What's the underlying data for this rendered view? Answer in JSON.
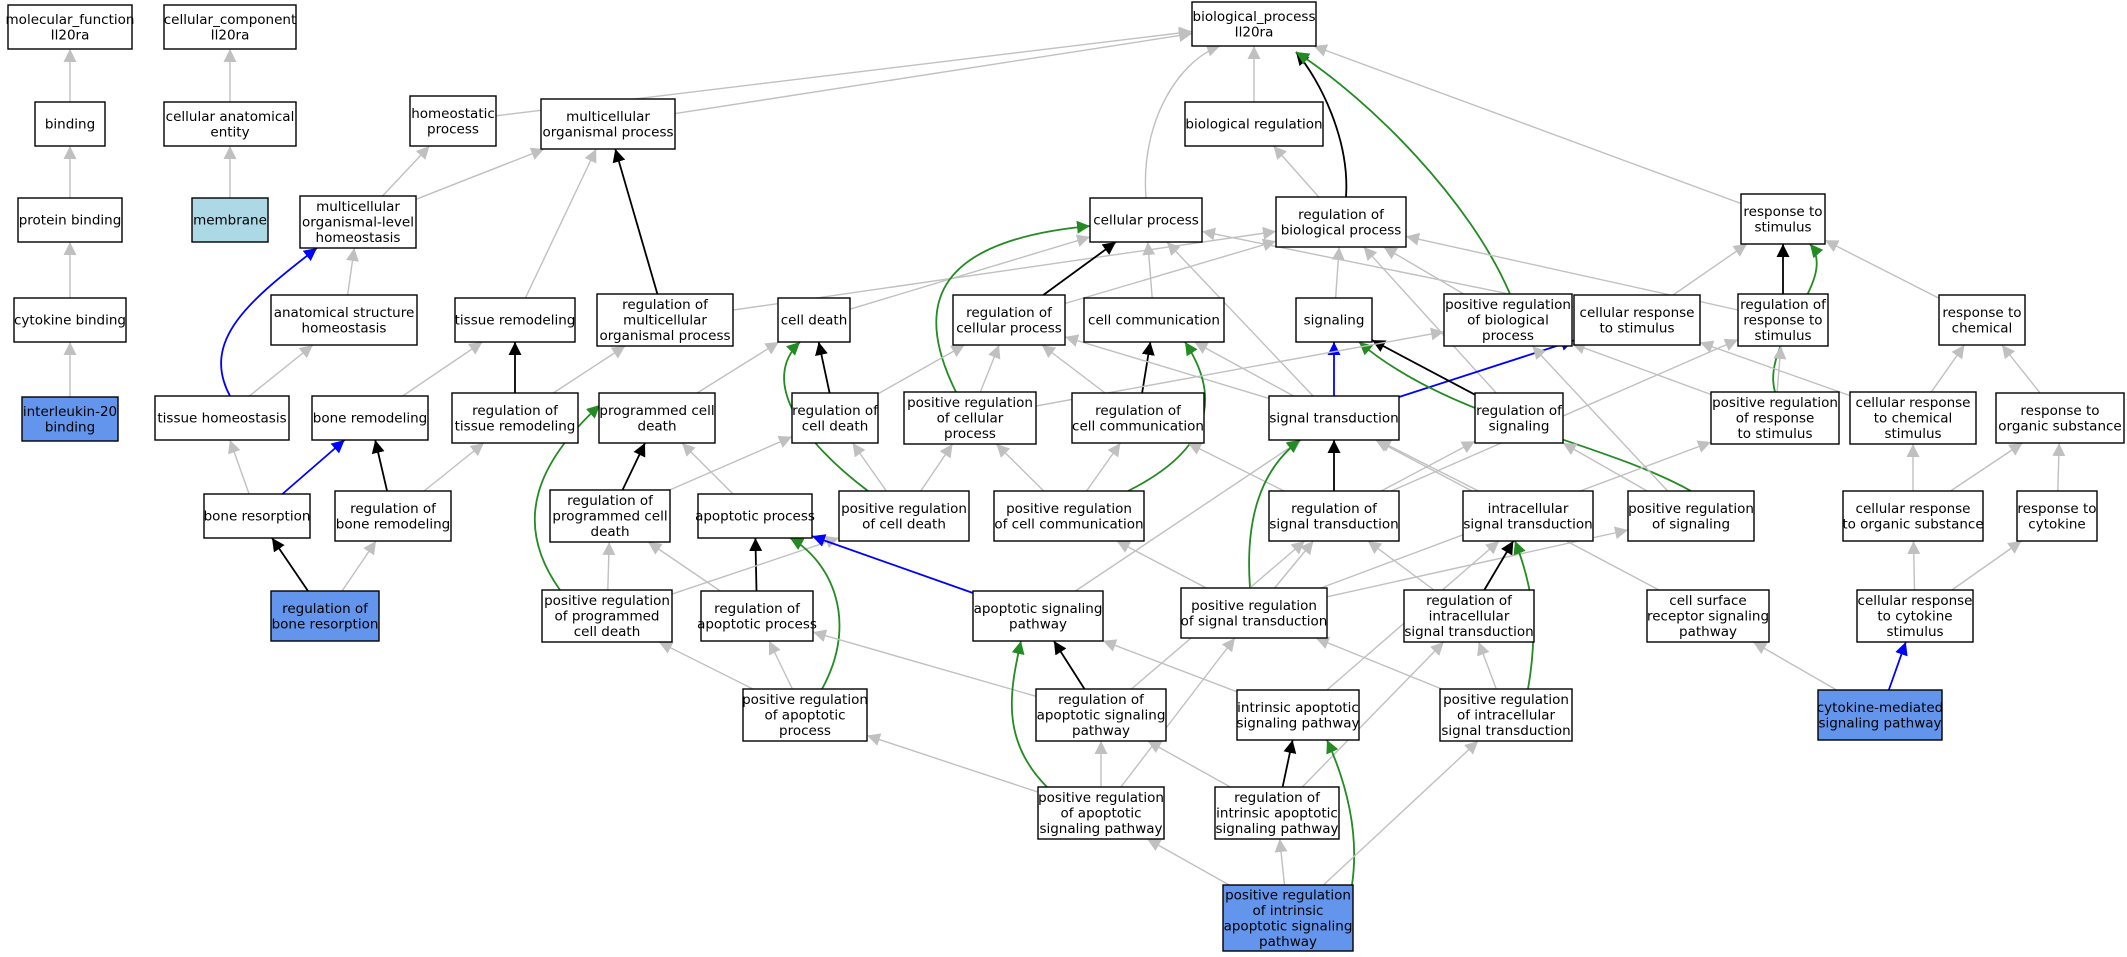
{
  "colors": {
    "gray": "#c0c0c0",
    "black": "#000000",
    "green": "#228b22",
    "blue": "#0000ff",
    "node_default": "#ffffff",
    "node_query": "#6495ed",
    "node_component": "#add8e6"
  },
  "nodes": [
    {
      "id": "mf",
      "lines": [
        "molecular_function",
        "Il20ra"
      ]
    },
    {
      "id": "cc",
      "lines": [
        "cellular_component",
        "Il20ra"
      ]
    },
    {
      "id": "bp",
      "lines": [
        "biological_process",
        "Il20ra"
      ]
    },
    {
      "id": "binding",
      "lines": [
        "binding"
      ]
    },
    {
      "id": "cae",
      "lines": [
        "cellular anatomical",
        "entity"
      ]
    },
    {
      "id": "homeo",
      "lines": [
        "homeostatic",
        "process"
      ]
    },
    {
      "id": "mop",
      "lines": [
        "multicellular",
        "organismal process"
      ]
    },
    {
      "id": "breg",
      "lines": [
        "biological regulation"
      ]
    },
    {
      "id": "pbind",
      "lines": [
        "protein binding"
      ]
    },
    {
      "id": "membrane",
      "lines": [
        "membrane"
      ],
      "fill": "component"
    },
    {
      "id": "molh",
      "lines": [
        "multicellular",
        "organismal-level",
        "homeostasis"
      ]
    },
    {
      "id": "cellproc",
      "lines": [
        "cellular process"
      ]
    },
    {
      "id": "rbp",
      "lines": [
        "regulation of",
        "biological process"
      ]
    },
    {
      "id": "rts",
      "lines": [
        "response to",
        "stimulus"
      ]
    },
    {
      "id": "cytbind",
      "lines": [
        "cytokine binding"
      ]
    },
    {
      "id": "ash",
      "lines": [
        "anatomical structure",
        "homeostasis"
      ]
    },
    {
      "id": "tremod",
      "lines": [
        "tissue remodeling"
      ]
    },
    {
      "id": "rmop",
      "lines": [
        "regulation of",
        "multicellular",
        "organismal process"
      ]
    },
    {
      "id": "celldeath",
      "lines": [
        "cell death"
      ]
    },
    {
      "id": "rcp",
      "lines": [
        "regulation of",
        "cellular process"
      ]
    },
    {
      "id": "cellcomm",
      "lines": [
        "cell communication"
      ]
    },
    {
      "id": "signaling",
      "lines": [
        "signaling"
      ]
    },
    {
      "id": "prbp",
      "lines": [
        "positive regulation",
        "of biological",
        "process"
      ]
    },
    {
      "id": "crs",
      "lines": [
        "cellular response",
        "to stimulus"
      ]
    },
    {
      "id": "rrs",
      "lines": [
        "regulation of",
        "response to",
        "stimulus"
      ]
    },
    {
      "id": "rchem",
      "lines": [
        "response to",
        "chemical"
      ]
    },
    {
      "id": "il20b",
      "lines": [
        "interleukin-20",
        "binding"
      ],
      "fill": "query"
    },
    {
      "id": "thomeo",
      "lines": [
        "tissue homeostasis"
      ]
    },
    {
      "id": "bremod",
      "lines": [
        "bone remodeling"
      ]
    },
    {
      "id": "rtr",
      "lines": [
        "regulation of",
        "tissue remodeling"
      ]
    },
    {
      "id": "pcd",
      "lines": [
        "programmed cell",
        "death"
      ]
    },
    {
      "id": "rcd",
      "lines": [
        "regulation of",
        "cell death"
      ]
    },
    {
      "id": "prcp",
      "lines": [
        "positive regulation",
        "of cellular",
        "process"
      ]
    },
    {
      "id": "rcc",
      "lines": [
        "regulation of",
        "cell communication"
      ]
    },
    {
      "id": "st",
      "lines": [
        "signal transduction"
      ]
    },
    {
      "id": "rsig",
      "lines": [
        "regulation of",
        "signaling"
      ]
    },
    {
      "id": "prrs",
      "lines": [
        "positive regulation",
        "of response",
        "to stimulus"
      ]
    },
    {
      "id": "crchem",
      "lines": [
        "cellular response",
        "to chemical",
        "stimulus"
      ]
    },
    {
      "id": "rorg",
      "lines": [
        "response to",
        "organic substance"
      ]
    },
    {
      "id": "boneres",
      "lines": [
        "bone resorption"
      ]
    },
    {
      "id": "rbr",
      "lines": [
        "regulation of",
        "bone remodeling"
      ]
    },
    {
      "id": "rpcd",
      "lines": [
        "regulation of",
        "programmed cell",
        "death"
      ]
    },
    {
      "id": "apop",
      "lines": [
        "apoptotic process"
      ]
    },
    {
      "id": "prcd",
      "lines": [
        "positive regulation",
        "of cell death"
      ]
    },
    {
      "id": "prcc",
      "lines": [
        "positive regulation",
        "of cell communication"
      ]
    },
    {
      "id": "rst",
      "lines": [
        "regulation of",
        "signal transduction"
      ]
    },
    {
      "id": "ist",
      "lines": [
        "intracellular",
        "signal transduction"
      ]
    },
    {
      "id": "prsig",
      "lines": [
        "positive regulation",
        "of signaling"
      ]
    },
    {
      "id": "crorg",
      "lines": [
        "cellular response",
        "to organic substance"
      ]
    },
    {
      "id": "rcyt",
      "lines": [
        "response to",
        "cytokine"
      ]
    },
    {
      "id": "rbres",
      "lines": [
        "regulation of",
        "bone resorption"
      ],
      "fill": "query"
    },
    {
      "id": "prpcd",
      "lines": [
        "positive regulation",
        "of programmed",
        "cell death"
      ]
    },
    {
      "id": "rap",
      "lines": [
        "regulation of",
        "apoptotic process"
      ]
    },
    {
      "id": "asp",
      "lines": [
        "apoptotic signaling",
        "pathway"
      ]
    },
    {
      "id": "prst",
      "lines": [
        "positive regulation",
        "of signal transduction"
      ]
    },
    {
      "id": "rist",
      "lines": [
        "regulation of",
        "intracellular",
        "signal transduction"
      ]
    },
    {
      "id": "csr",
      "lines": [
        "cell surface",
        "receptor signaling",
        "pathway"
      ]
    },
    {
      "id": "crcyt",
      "lines": [
        "cellular response",
        "to cytokine",
        "stimulus"
      ]
    },
    {
      "id": "prap",
      "lines": [
        "positive regulation",
        "of apoptotic",
        "process"
      ]
    },
    {
      "id": "rasp",
      "lines": [
        "regulation of",
        "apoptotic signaling",
        "pathway"
      ]
    },
    {
      "id": "iasp",
      "lines": [
        "intrinsic apoptotic",
        "signaling pathway"
      ]
    },
    {
      "id": "prist",
      "lines": [
        "positive regulation",
        "of intracellular",
        "signal transduction"
      ]
    },
    {
      "id": "cmsp",
      "lines": [
        "cytokine-mediated",
        "signaling pathway"
      ],
      "fill": "query"
    },
    {
      "id": "prasp",
      "lines": [
        "positive regulation",
        "of apoptotic",
        "signaling pathway"
      ]
    },
    {
      "id": "riasp",
      "lines": [
        "regulation of",
        "intrinsic apoptotic",
        "signaling pathway"
      ]
    },
    {
      "id": "priasp",
      "lines": [
        "positive regulation",
        "of intrinsic",
        "apoptotic signaling",
        "pathway"
      ],
      "fill": "query"
    }
  ],
  "edges": [
    {
      "from": "binding",
      "to": "mf",
      "type": "is_a"
    },
    {
      "from": "pbind",
      "to": "binding",
      "type": "is_a"
    },
    {
      "from": "cytbind",
      "to": "pbind",
      "type": "is_a"
    },
    {
      "from": "il20b",
      "to": "cytbind",
      "type": "is_a"
    },
    {
      "from": "cae",
      "to": "cc",
      "type": "is_a"
    },
    {
      "from": "membrane",
      "to": "cae",
      "type": "is_a"
    },
    {
      "from": "homeo",
      "to": "bp",
      "type": "is_a"
    },
    {
      "from": "mop",
      "to": "bp",
      "type": "is_a"
    },
    {
      "from": "breg",
      "to": "bp",
      "type": "is_a"
    },
    {
      "from": "cellproc",
      "to": "bp",
      "type": "is_a"
    },
    {
      "from": "rbp",
      "to": "bp",
      "type": "regulates"
    },
    {
      "from": "prbp",
      "to": "bp",
      "type": "positively_regulates"
    },
    {
      "from": "rts",
      "to": "bp",
      "type": "is_a"
    },
    {
      "from": "rbp",
      "to": "breg",
      "type": "is_a"
    },
    {
      "from": "molh",
      "to": "homeo",
      "type": "is_a"
    },
    {
      "from": "molh",
      "to": "mop",
      "type": "is_a"
    },
    {
      "from": "ash",
      "to": "molh",
      "type": "is_a"
    },
    {
      "from": "thomeo",
      "to": "ash",
      "type": "is_a"
    },
    {
      "from": "thomeo",
      "to": "molh",
      "type": "part_of"
    },
    {
      "from": "tremod",
      "to": "mop",
      "type": "is_a"
    },
    {
      "from": "rmop",
      "to": "mop",
      "type": "regulates"
    },
    {
      "from": "rmop",
      "to": "rbp",
      "type": "is_a"
    },
    {
      "from": "bremod",
      "to": "tremod",
      "type": "is_a"
    },
    {
      "from": "rtr",
      "to": "tremod",
      "type": "regulates"
    },
    {
      "from": "rtr",
      "to": "rmop",
      "type": "is_a"
    },
    {
      "from": "boneres",
      "to": "thomeo",
      "type": "is_a"
    },
    {
      "from": "boneres",
      "to": "bremod",
      "type": "part_of"
    },
    {
      "from": "rbr",
      "to": "bremod",
      "type": "regulates"
    },
    {
      "from": "rbr",
      "to": "rtr",
      "type": "is_a"
    },
    {
      "from": "rbres",
      "to": "boneres",
      "type": "regulates"
    },
    {
      "from": "rbres",
      "to": "rbr",
      "type": "is_a"
    },
    {
      "from": "celldeath",
      "to": "cellproc",
      "type": "is_a"
    },
    {
      "from": "rcp",
      "to": "cellproc",
      "type": "regulates"
    },
    {
      "from": "rcp",
      "to": "rbp",
      "type": "is_a"
    },
    {
      "from": "cellcomm",
      "to": "cellproc",
      "type": "is_a"
    },
    {
      "from": "prcp",
      "to": "cellproc",
      "type": "positively_regulates"
    },
    {
      "from": "st",
      "to": "cellproc",
      "type": "is_a"
    },
    {
      "from": "signaling",
      "to": "rbp",
      "type": "is_a"
    },
    {
      "from": "prbp",
      "to": "rbp",
      "type": "is_a"
    },
    {
      "from": "rsig",
      "to": "rbp",
      "type": "is_a"
    },
    {
      "from": "crs",
      "to": "cellproc",
      "type": "is_a"
    },
    {
      "from": "crs",
      "to": "rts",
      "type": "is_a"
    },
    {
      "from": "rrs",
      "to": "rts",
      "type": "regulates"
    },
    {
      "from": "rrs",
      "to": "rbp",
      "type": "is_a"
    },
    {
      "from": "prrs",
      "to": "rts",
      "type": "positively_regulates"
    },
    {
      "from": "rchem",
      "to": "rts",
      "type": "is_a"
    },
    {
      "from": "pcd",
      "to": "celldeath",
      "type": "is_a"
    },
    {
      "from": "rcd",
      "to": "celldeath",
      "type": "regulates"
    },
    {
      "from": "rcd",
      "to": "rcp",
      "type": "is_a"
    },
    {
      "from": "prcd",
      "to": "celldeath",
      "type": "positively_regulates"
    },
    {
      "from": "prcp",
      "to": "rcp",
      "type": "is_a"
    },
    {
      "from": "rcc",
      "to": "rcp",
      "type": "is_a"
    },
    {
      "from": "rcc",
      "to": "cellcomm",
      "type": "regulates"
    },
    {
      "from": "st",
      "to": "rcp",
      "type": "is_a"
    },
    {
      "from": "prcc",
      "to": "cellcomm",
      "type": "positively_regulates"
    },
    {
      "from": "st",
      "to": "cellcomm",
      "type": "is_a"
    },
    {
      "from": "st",
      "to": "crs",
      "type": "is_a"
    },
    {
      "from": "st",
      "to": "signaling",
      "type": "is_a"
    },
    {
      "from": "rsig",
      "to": "signaling",
      "type": "regulates"
    },
    {
      "from": "prsig",
      "to": "signaling",
      "type": "positively_regulates"
    },
    {
      "from": "prcp",
      "to": "prbp",
      "type": "is_a"
    },
    {
      "from": "prrs",
      "to": "rrs",
      "type": "is_a"
    },
    {
      "from": "prrs",
      "to": "prbp",
      "type": "is_a"
    },
    {
      "from": "rst",
      "to": "rrs",
      "type": "is_a"
    },
    {
      "from": "crchem",
      "to": "rchem",
      "type": "is_a"
    },
    {
      "from": "crchem",
      "to": "crs",
      "type": "is_a"
    },
    {
      "from": "rorg",
      "to": "rchem",
      "type": "is_a"
    },
    {
      "from": "apop",
      "to": "pcd",
      "type": "is_a"
    },
    {
      "from": "rpcd",
      "to": "pcd",
      "type": "regulates"
    },
    {
      "from": "rpcd",
      "to": "rcd",
      "type": "is_a"
    },
    {
      "from": "prpcd",
      "to": "pcd",
      "type": "positively_regulates"
    },
    {
      "from": "prcd",
      "to": "rcd",
      "type": "is_a"
    },
    {
      "from": "prcd",
      "to": "prcp",
      "type": "is_a"
    },
    {
      "from": "prcc",
      "to": "rcc",
      "type": "is_a"
    },
    {
      "from": "prcc",
      "to": "prcp",
      "type": "is_a"
    },
    {
      "from": "rst",
      "to": "st",
      "type": "regulates"
    },
    {
      "from": "rst",
      "to": "rsig",
      "type": "is_a"
    },
    {
      "from": "rst",
      "to": "rcc",
      "type": "is_a"
    },
    {
      "from": "ist",
      "to": "st",
      "type": "is_a"
    },
    {
      "from": "prsig",
      "to": "rsig",
      "type": "is_a"
    },
    {
      "from": "prsig",
      "to": "prbp",
      "type": "is_a"
    },
    {
      "from": "crorg",
      "to": "rorg",
      "type": "is_a"
    },
    {
      "from": "crorg",
      "to": "crchem",
      "type": "is_a"
    },
    {
      "from": "rcyt",
      "to": "rorg",
      "type": "is_a"
    },
    {
      "from": "rap",
      "to": "apop",
      "type": "regulates"
    },
    {
      "from": "rap",
      "to": "rpcd",
      "type": "is_a"
    },
    {
      "from": "prpcd",
      "to": "rpcd",
      "type": "is_a"
    },
    {
      "from": "prpcd",
      "to": "prcd",
      "type": "is_a"
    },
    {
      "from": "asp",
      "to": "apop",
      "type": "part_of"
    },
    {
      "from": "asp",
      "to": "st",
      "type": "is_a"
    },
    {
      "from": "prst",
      "to": "st",
      "type": "positively_regulates"
    },
    {
      "from": "prst",
      "to": "rst",
      "type": "is_a"
    },
    {
      "from": "prst",
      "to": "prsig",
      "type": "is_a"
    },
    {
      "from": "prst",
      "to": "prcc",
      "type": "is_a"
    },
    {
      "from": "prst",
      "to": "prrs",
      "type": "is_a"
    },
    {
      "from": "rist",
      "to": "ist",
      "type": "regulates"
    },
    {
      "from": "rist",
      "to": "rst",
      "type": "is_a"
    },
    {
      "from": "csr",
      "to": "st",
      "type": "is_a"
    },
    {
      "from": "crcyt",
      "to": "crorg",
      "type": "is_a"
    },
    {
      "from": "crcyt",
      "to": "rcyt",
      "type": "is_a"
    },
    {
      "from": "prap",
      "to": "apop",
      "type": "positively_regulates"
    },
    {
      "from": "prap",
      "to": "rap",
      "type": "is_a"
    },
    {
      "from": "prap",
      "to": "prpcd",
      "type": "is_a"
    },
    {
      "from": "rasp",
      "to": "asp",
      "type": "regulates"
    },
    {
      "from": "rasp",
      "to": "rap",
      "type": "is_a"
    },
    {
      "from": "rasp",
      "to": "rst",
      "type": "is_a"
    },
    {
      "from": "iasp",
      "to": "asp",
      "type": "is_a"
    },
    {
      "from": "iasp",
      "to": "ist",
      "type": "is_a"
    },
    {
      "from": "prist",
      "to": "ist",
      "type": "positively_regulates"
    },
    {
      "from": "prist",
      "to": "rist",
      "type": "is_a"
    },
    {
      "from": "prist",
      "to": "prst",
      "type": "is_a"
    },
    {
      "from": "cmsp",
      "to": "csr",
      "type": "is_a"
    },
    {
      "from": "cmsp",
      "to": "crcyt",
      "type": "part_of"
    },
    {
      "from": "prasp",
      "to": "asp",
      "type": "positively_regulates"
    },
    {
      "from": "prasp",
      "to": "rasp",
      "type": "is_a"
    },
    {
      "from": "prasp",
      "to": "prap",
      "type": "is_a"
    },
    {
      "from": "prasp",
      "to": "prst",
      "type": "is_a"
    },
    {
      "from": "riasp",
      "to": "iasp",
      "type": "regulates"
    },
    {
      "from": "riasp",
      "to": "rasp",
      "type": "is_a"
    },
    {
      "from": "riasp",
      "to": "rist",
      "type": "is_a"
    },
    {
      "from": "priasp",
      "to": "iasp",
      "type": "positively_regulates"
    },
    {
      "from": "priasp",
      "to": "riasp",
      "type": "is_a"
    },
    {
      "from": "priasp",
      "to": "prasp",
      "type": "is_a"
    },
    {
      "from": "priasp",
      "to": "prist",
      "type": "is_a"
    }
  ]
}
